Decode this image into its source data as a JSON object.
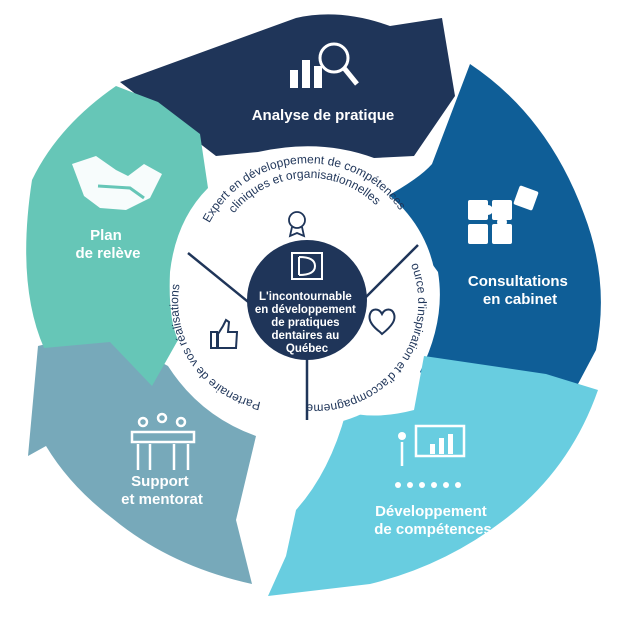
{
  "segments": [
    {
      "id": "analyse",
      "label_lines": [
        "Analyse de pratique"
      ],
      "icon": "chart-magnifier-icon",
      "color": "#1f3559"
    },
    {
      "id": "consultations",
      "label_lines": [
        "Consultations",
        "en cabinet"
      ],
      "icon": "puzzle-icon",
      "color": "#0f5e97"
    },
    {
      "id": "developpement",
      "label_lines": [
        "Développement",
        "de compétences"
      ],
      "icon": "presentation-icon",
      "color": "#68cde0"
    },
    {
      "id": "support",
      "label_lines": [
        "Support",
        "et mentorat"
      ],
      "icon": "meeting-icon",
      "color": "#77a9ba"
    },
    {
      "id": "plan",
      "label_lines": [
        "Plan",
        "de relève"
      ],
      "icon": "handshake-icon",
      "color": "#66c6b7"
    }
  ],
  "ring": {
    "expert_lines": [
      "Expert en développement de compétences",
      "cliniques et organisationnelles"
    ],
    "source": "Source d'inspiration et d'accompagnement",
    "partenaire": "Partenaire de vos réalisations",
    "icons": [
      "award-icon",
      "heart-icon",
      "thumbs-up-icon"
    ]
  },
  "core": {
    "logo": "D",
    "text_lines": [
      "L'incontournable",
      "en développement",
      "de pratiques",
      "dentaires au",
      "Québec"
    ]
  },
  "colors": {
    "ring_text": "#1f3559",
    "core_fill": "#1f3559",
    "ring_stroke": "#1f3559"
  }
}
